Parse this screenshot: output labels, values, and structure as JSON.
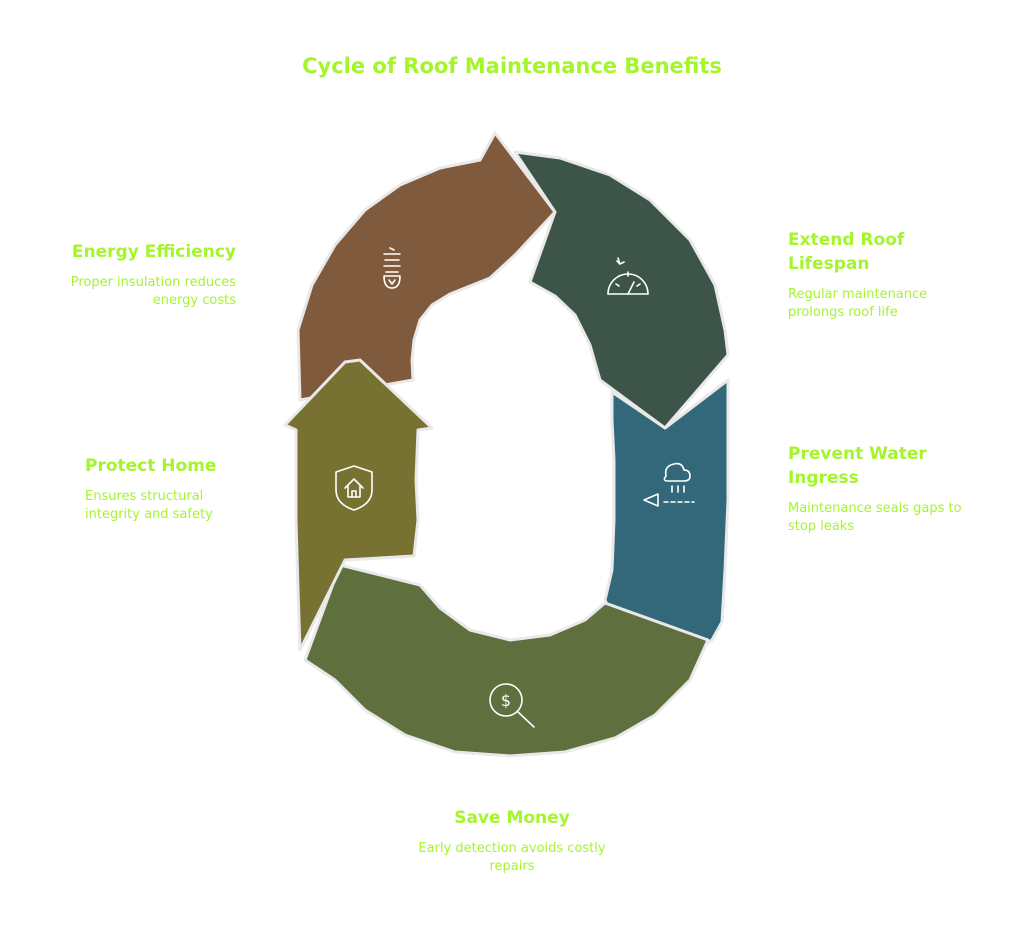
{
  "title": "Cycle of Roof Maintenance Benefits",
  "colors": {
    "text_accent": "#a4f52a",
    "energy_efficiency": "#7f5a3c",
    "extend_roof_lifespan": "#3c5548",
    "prevent_water_ingress": "#33687a",
    "save_money": "#5f6f3e",
    "protect_home": "#787232"
  },
  "stages": {
    "energy_efficiency": {
      "title": "Energy Efficiency",
      "description": "Proper insulation reduces energy costs",
      "icon": "light-bulb-icon"
    },
    "extend_roof_lifespan": {
      "title": "Extend Roof Lifespan",
      "description": "Regular maintenance prolongs roof life",
      "icon": "gauge-icon"
    },
    "prevent_water_ingress": {
      "title": "Prevent Water Ingress",
      "description": "Maintenance seals gaps to stop leaks",
      "icon": "rain-cloud-icon"
    },
    "save_money": {
      "title": "Save Money",
      "description": "Early detection avoids costly repairs",
      "icon": "dollar-search-icon"
    },
    "protect_home": {
      "title": "Protect Home",
      "description": "Ensures structural integrity and safety",
      "icon": "home-shield-icon"
    }
  }
}
